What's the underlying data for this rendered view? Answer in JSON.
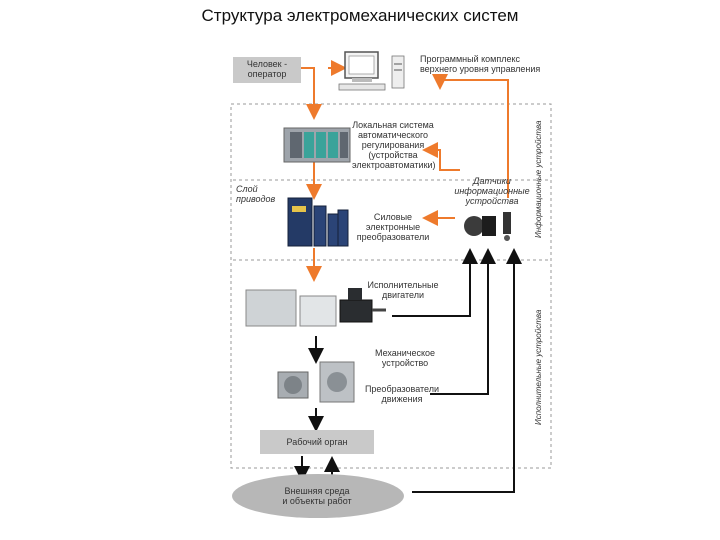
{
  "title": "Структура электромеханических систем",
  "nodes": {
    "operator": [
      "Человек -",
      "оператор"
    ],
    "top_control": [
      "Программный комплекс",
      "верхнего уровня управления"
    ],
    "local_control": [
      "Локальная система",
      "автоматического",
      "регулирования",
      "(устройства",
      "электроавтоматики)"
    ],
    "drive_layer": [
      "Слой",
      "приводов"
    ],
    "sensors": [
      "Датчики",
      "информационные",
      "устройства"
    ],
    "power": [
      "Силовые",
      "электронные",
      "преобразователи"
    ],
    "motors": [
      "Исполнительные",
      "двигатели"
    ],
    "mech": [
      "Механическое",
      "устройство"
    ],
    "motion_conv": [
      "Преобразователи",
      "движения"
    ],
    "working_body": "Рабочий орган",
    "environment": [
      "Внешняя среда",
      "и объекты работ"
    ]
  },
  "side_labels": {
    "info_devices": "Информационные устройства",
    "exec_devices": "Исполнительные устройства"
  },
  "colors": {
    "orange": "#ee7a2c",
    "black": "#111111",
    "grey_box": "#c9c9c9",
    "ellipse": "#b7b7b7"
  },
  "icons": [
    "computer-icon",
    "plc-rack-icon",
    "frequency-converter-icon",
    "motor-icon",
    "sensor-icon",
    "gearbox-icon"
  ]
}
